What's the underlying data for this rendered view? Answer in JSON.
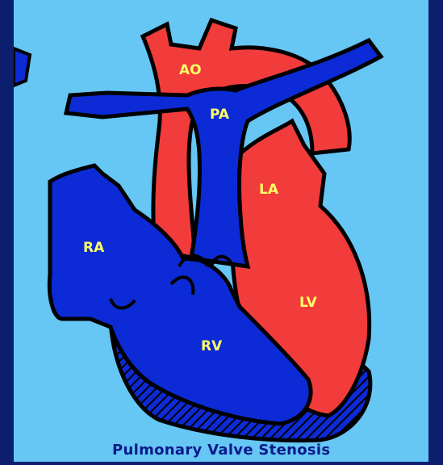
{
  "labels": {
    "ao": "AO",
    "pa": "PA",
    "la": "LA",
    "ra": "RA",
    "lv": "LV",
    "rv": "RV"
  },
  "caption": "Pulmonary Valve Stenosis",
  "colors": {
    "background": "#66c6f4",
    "border": "#0c1e6e",
    "oxygenated": "#f23b3b",
    "deoxygenated": "#0c2ad6",
    "outline": "#000000",
    "label_text": "#ffff66",
    "caption_text": "#0a1a8a"
  }
}
